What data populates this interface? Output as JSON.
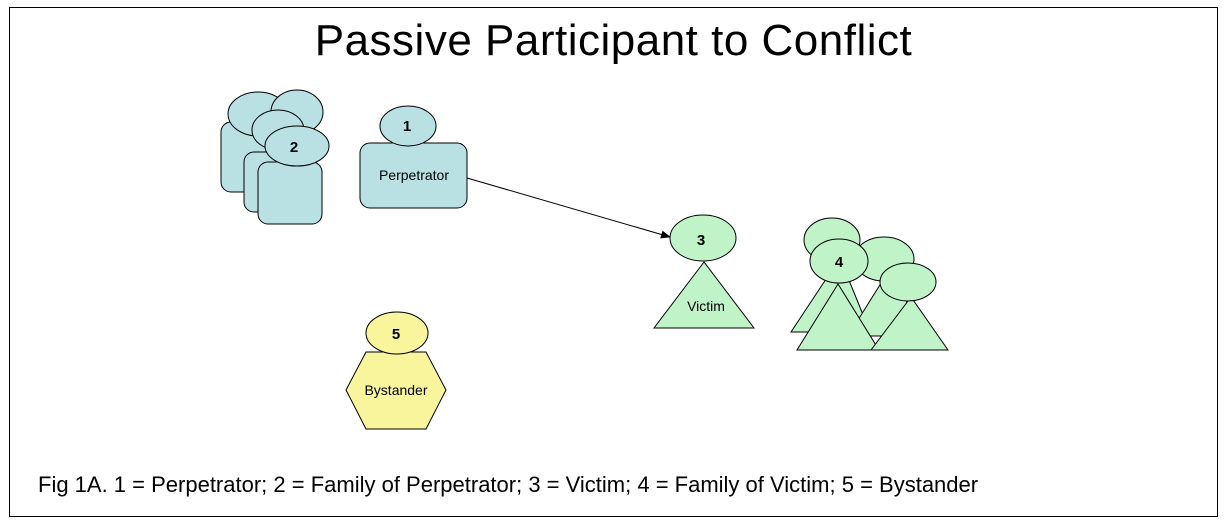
{
  "title": "Passive Participant to Conflict",
  "caption": "Fig 1A.  1 = Perpetrator; 2 = Family of Perpetrator; 3 = Victim; 4 = Family of Victim; 5 = Bystander",
  "nodes": {
    "perpetrator": {
      "number": "1",
      "label": "Perpetrator",
      "color": "#b9e1e4"
    },
    "perpetrator_family": {
      "number": "2",
      "label": "",
      "color": "#b9e1e4"
    },
    "victim": {
      "number": "3",
      "label": "Victim",
      "color": "#c1f3c9"
    },
    "victim_family": {
      "number": "4",
      "label": "",
      "color": "#c1f3c9"
    },
    "bystander": {
      "number": "5",
      "label": "Bystander",
      "color": "#f8f59c"
    }
  }
}
